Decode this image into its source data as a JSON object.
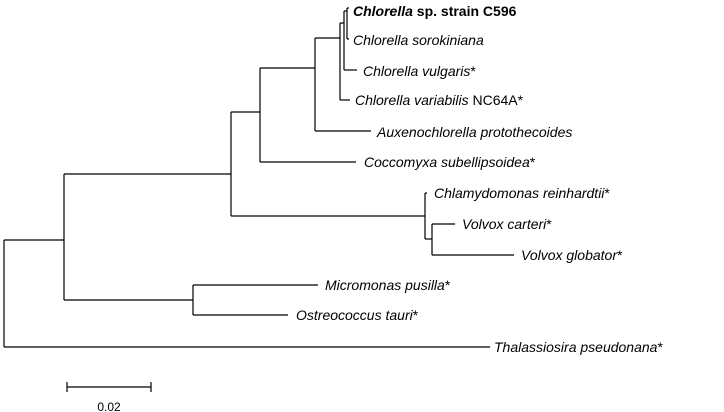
{
  "taxa": [
    {
      "name": "Chlorella",
      "suffix": " sp. strain C596",
      "bold": true
    },
    {
      "name": "Chlorella sorokiniana",
      "suffix": ""
    },
    {
      "name": "Chlorella vulgaris",
      "suffix": "*"
    },
    {
      "name": "Chlorella variabilis",
      "suffix": " NC64A*"
    },
    {
      "name": "Auxenochlorella protothecoides",
      "suffix": ""
    },
    {
      "name": "Coccomyxa subellipsoidea",
      "suffix": "*"
    },
    {
      "name": "Chlamydomonas reinhardtii",
      "suffix": "*"
    },
    {
      "name": "Volvox carteri",
      "suffix": "*"
    },
    {
      "name": "Volvox globator",
      "suffix": "*"
    },
    {
      "name": "Micromonas pusilla",
      "suffix": "*"
    },
    {
      "name": "Ostreococcus tauri",
      "suffix": "*"
    },
    {
      "name": "Thalassiosira pseudonana",
      "suffix": "*"
    }
  ],
  "scale_bar": {
    "label": "0.02",
    "value": 0.02
  }
}
